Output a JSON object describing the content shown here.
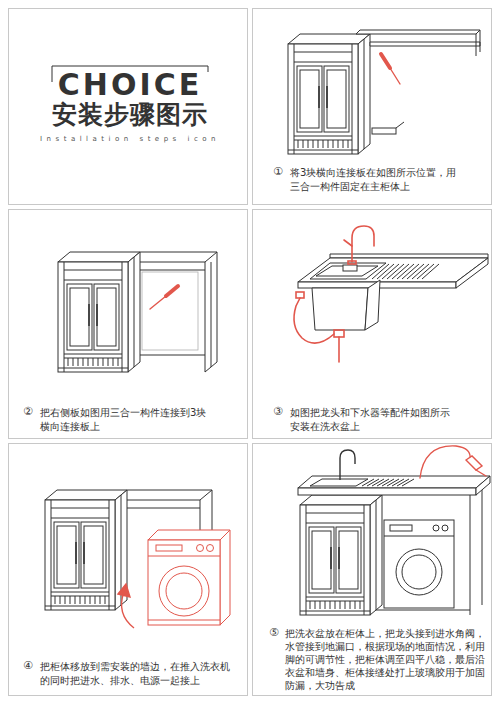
{
  "diagram": {
    "title": "CHOICE",
    "labels": [
      "安装步骤图示",
      "Installation steps icon",
      "①",
      "将3块横向连接板在如图所示位置，用三合一构件固定在主柜体上",
      "②",
      "把右侧板如图用三合一构件连接到3块横向连接板上",
      "③",
      "如图把龙头和下水器等配件如图所示安装在洗衣盆上",
      "④",
      "把柜体移放到需安装的墙边，在推入洗衣机的同时把进水、排水、电源一起接上",
      "⑤",
      "把洗衣盆放在柜体上，把龙头接到进水角阀，水管接到地漏口，根据现场的地面情况，利用脚的可调节性，把柜体调至四平八稳，最后沿衣盆和墙身、柜体接缝处打上玻璃胶用于加固防漏，大功告成"
    ]
  }
}
